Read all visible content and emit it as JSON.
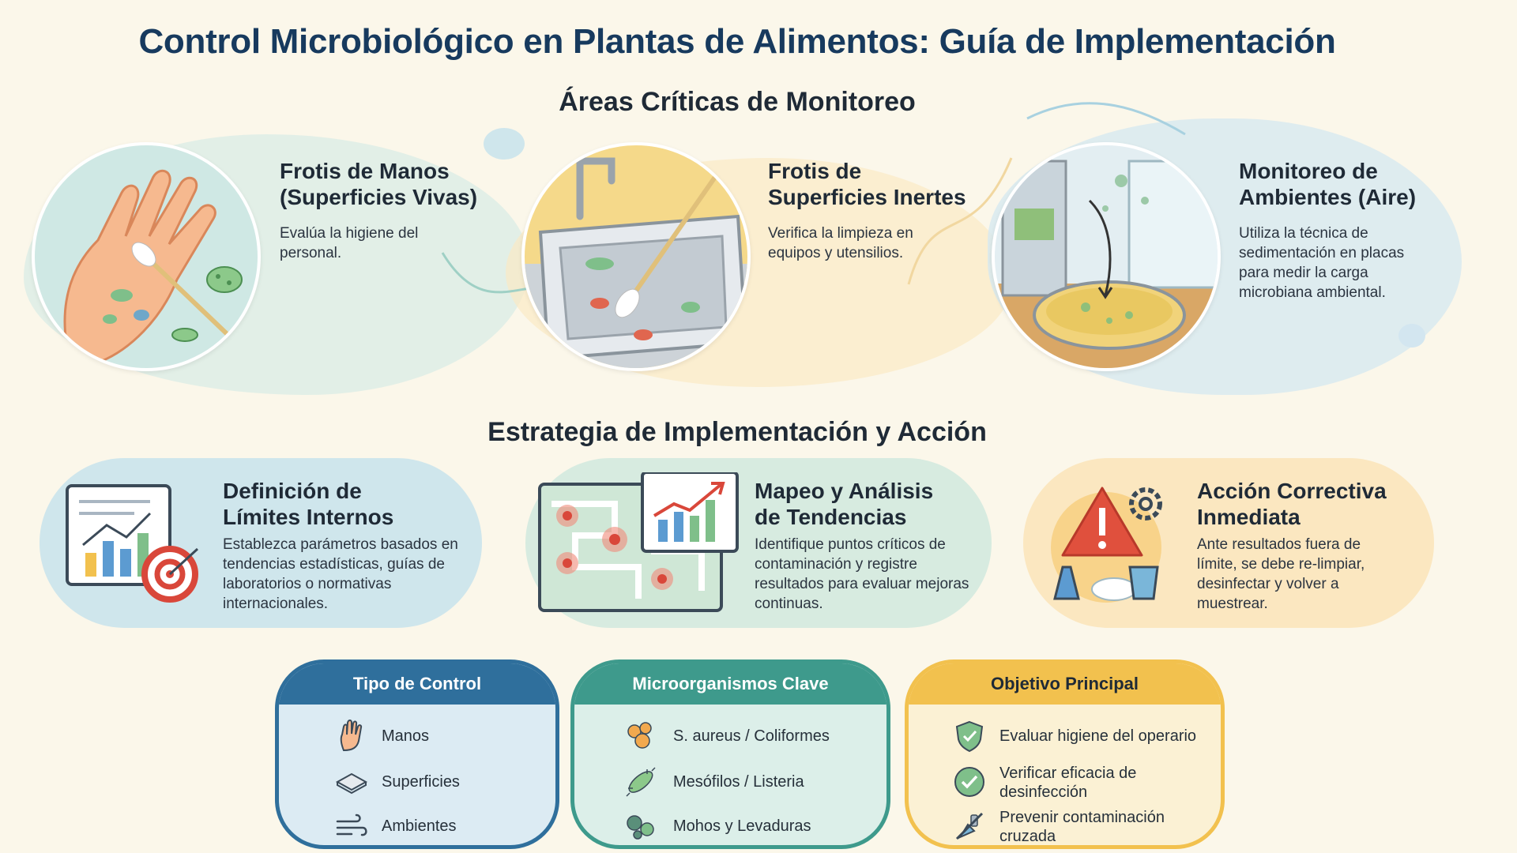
{
  "title": "Control Microbiológico en Plantas de Alimentos: Guía de Implementación",
  "monitoring": {
    "title": "Áreas Críticas de Monitoreo",
    "items": [
      {
        "title_line1": "Frotis de Manos",
        "title_line2": "(Superficies Vivas)",
        "desc": "Evalúa la higiene del personal.",
        "icon": "hand-swab-icon"
      },
      {
        "title_line1": "Frotis de",
        "title_line2": "Superficies Inertes",
        "desc": "Verifica la limpieza en equipos y utensilios.",
        "icon": "sink-swab-icon"
      },
      {
        "title_line1": "Monitoreo de",
        "title_line2": "Ambientes (Aire)",
        "desc": "Utiliza la técnica de sedimentación en placas para medir la carga microbiana ambiental.",
        "icon": "petri-dish-icon"
      }
    ]
  },
  "strategy": {
    "title": "Estrategia de Implementación y Acción",
    "items": [
      {
        "title_line1": "Definición de",
        "title_line2": "Límites Internos",
        "desc": "Establezca parámetros basados en tendencias estadísticas, guías de laboratorios o normativas internacionales.",
        "icon": "chart-target-icon",
        "color": "#cfe6ec"
      },
      {
        "title_line1": "Mapeo y Análisis",
        "title_line2": "de Tendencias",
        "desc": "Identifique puntos críticos de contaminación y registre resultados para evaluar mejoras continuas.",
        "icon": "map-trend-icon",
        "color": "#d7ebe0"
      },
      {
        "title_line1": "Acción Correctiva",
        "title_line2": "Inmediata",
        "desc": "Ante resultados fuera de límite, se debe re-limpiar, desinfectar y volver a muestrear.",
        "icon": "warning-gear-icon",
        "color": "#fbe7c0"
      }
    ]
  },
  "summary": {
    "columns": [
      {
        "header": "Tipo de Control",
        "color": "#2f6f9c",
        "fill": "#dcebf3",
        "rows": [
          {
            "icon": "hand-icon",
            "text": "Manos"
          },
          {
            "icon": "surface-icon",
            "text": "Superficies"
          },
          {
            "icon": "wind-icon",
            "text": "Ambientes"
          }
        ]
      },
      {
        "header": "Microorganismos Clave",
        "color": "#3e9a8c",
        "fill": "#dcefe9",
        "rows": [
          {
            "icon": "cocci-icon",
            "text": "S. aureus / Coliformes"
          },
          {
            "icon": "bacillus-icon",
            "text": "Mesófilos / Listeria"
          },
          {
            "icon": "mold-icon",
            "text": "Mohos y Levaduras"
          }
        ]
      },
      {
        "header": "Objetivo Principal",
        "color": "#f2c14e",
        "fill": "#fbf1d4",
        "rows": [
          {
            "icon": "shield-check-icon",
            "text": "Evaluar higiene del operario"
          },
          {
            "icon": "check-circle-icon",
            "text": "Verificar eficacia de desinfección"
          },
          {
            "icon": "no-contamination-icon",
            "text": "Prevenir contaminación cruzada"
          }
        ]
      }
    ]
  }
}
